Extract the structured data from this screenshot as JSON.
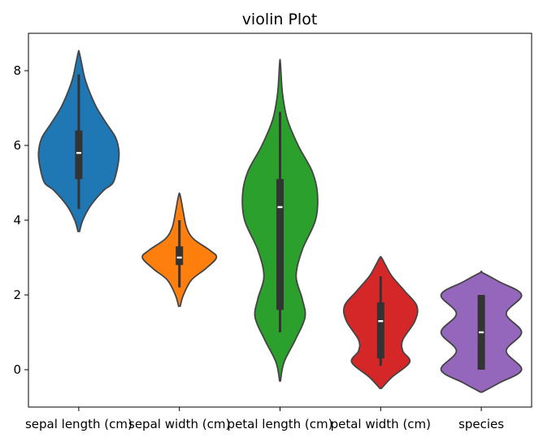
{
  "chart_data": {
    "type": "violin",
    "title": "violin Plot",
    "xlabel": "",
    "ylabel": "",
    "ylim": [
      -1.0,
      9.0
    ],
    "yticks": [
      0,
      2,
      4,
      6,
      8
    ],
    "grid": false,
    "legend": "none",
    "categories": [
      "sepal length (cm)",
      "sepal width (cm)",
      "petal length (cm)",
      "petal width (cm)",
      "species"
    ],
    "series": [
      {
        "category": "sepal length (cm)",
        "color": "#1f77b4",
        "min": 4.3,
        "q1": 5.1,
        "median": 5.8,
        "q3": 6.4,
        "max": 7.9,
        "kde": [
          [
            3.7,
            0.02
          ],
          [
            4.0,
            0.1
          ],
          [
            4.4,
            0.3
          ],
          [
            4.8,
            0.62
          ],
          [
            5.0,
            0.85
          ],
          [
            5.4,
            0.96
          ],
          [
            5.8,
            1.0
          ],
          [
            6.2,
            0.92
          ],
          [
            6.6,
            0.68
          ],
          [
            7.0,
            0.45
          ],
          [
            7.4,
            0.28
          ],
          [
            7.8,
            0.15
          ],
          [
            8.2,
            0.07
          ],
          [
            8.5,
            0.01
          ]
        ]
      },
      {
        "category": "sepal width (cm)",
        "color": "#ff7f0e",
        "min": 2.2,
        "q1": 2.8,
        "median": 3.0,
        "q3": 3.3,
        "max": 4.0,
        "kde": [
          [
            1.7,
            0.02
          ],
          [
            2.0,
            0.1
          ],
          [
            2.4,
            0.3
          ],
          [
            2.7,
            0.65
          ],
          [
            3.0,
            0.92
          ],
          [
            3.2,
            0.75
          ],
          [
            3.5,
            0.35
          ],
          [
            3.8,
            0.18
          ],
          [
            4.2,
            0.1
          ],
          [
            4.5,
            0.05
          ],
          [
            4.7,
            0.01
          ]
        ]
      },
      {
        "category": "petal length (cm)",
        "color": "#2ca02c",
        "min": 1.0,
        "q1": 1.6,
        "median": 4.35,
        "q3": 5.1,
        "max": 6.9,
        "kde": [
          [
            -0.3,
            0.01
          ],
          [
            0.2,
            0.1
          ],
          [
            0.8,
            0.38
          ],
          [
            1.4,
            0.62
          ],
          [
            1.9,
            0.55
          ],
          [
            2.5,
            0.4
          ],
          [
            3.2,
            0.55
          ],
          [
            4.0,
            0.88
          ],
          [
            4.7,
            0.93
          ],
          [
            5.3,
            0.8
          ],
          [
            6.0,
            0.45
          ],
          [
            6.7,
            0.18
          ],
          [
            7.4,
            0.06
          ],
          [
            8.2,
            0.01
          ]
        ]
      },
      {
        "category": "petal width (cm)",
        "color": "#d62728",
        "min": 0.1,
        "q1": 0.3,
        "median": 1.3,
        "q3": 1.8,
        "max": 2.5,
        "kde": [
          [
            -0.5,
            0.02
          ],
          [
            -0.2,
            0.28
          ],
          [
            0.2,
            0.72
          ],
          [
            0.5,
            0.55
          ],
          [
            0.8,
            0.55
          ],
          [
            1.3,
            0.85
          ],
          [
            1.7,
            0.9
          ],
          [
            2.1,
            0.6
          ],
          [
            2.5,
            0.28
          ],
          [
            2.8,
            0.12
          ],
          [
            3.0,
            0.02
          ]
        ]
      },
      {
        "category": "species",
        "color": "#9467bd",
        "min": 0.0,
        "q1": 0.0,
        "median": 1.0,
        "q3": 2.0,
        "max": 2.0,
        "kde": [
          [
            -0.6,
            0.02
          ],
          [
            -0.35,
            0.45
          ],
          [
            0.0,
            1.0
          ],
          [
            0.5,
            0.62
          ],
          [
            1.0,
            1.0
          ],
          [
            1.5,
            0.62
          ],
          [
            2.0,
            1.0
          ],
          [
            2.35,
            0.45
          ],
          [
            2.6,
            0.02
          ]
        ]
      }
    ]
  }
}
